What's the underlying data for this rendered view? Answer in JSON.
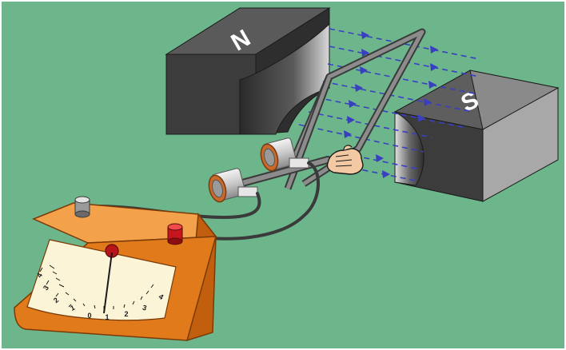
{
  "magnets": {
    "north_label": "N",
    "south_label": "S"
  },
  "galvanometer": {
    "scale_labels": [
      "4",
      "3",
      "2",
      "1",
      "0",
      "1",
      "2",
      "3",
      "4"
    ]
  },
  "colors": {
    "background": "#6db68c",
    "magnet_dark": "#3c3c3c",
    "meter_body": "#e07a1a",
    "field_lines": "#3a3fc2",
    "slip_ring": "#c86a2c"
  }
}
